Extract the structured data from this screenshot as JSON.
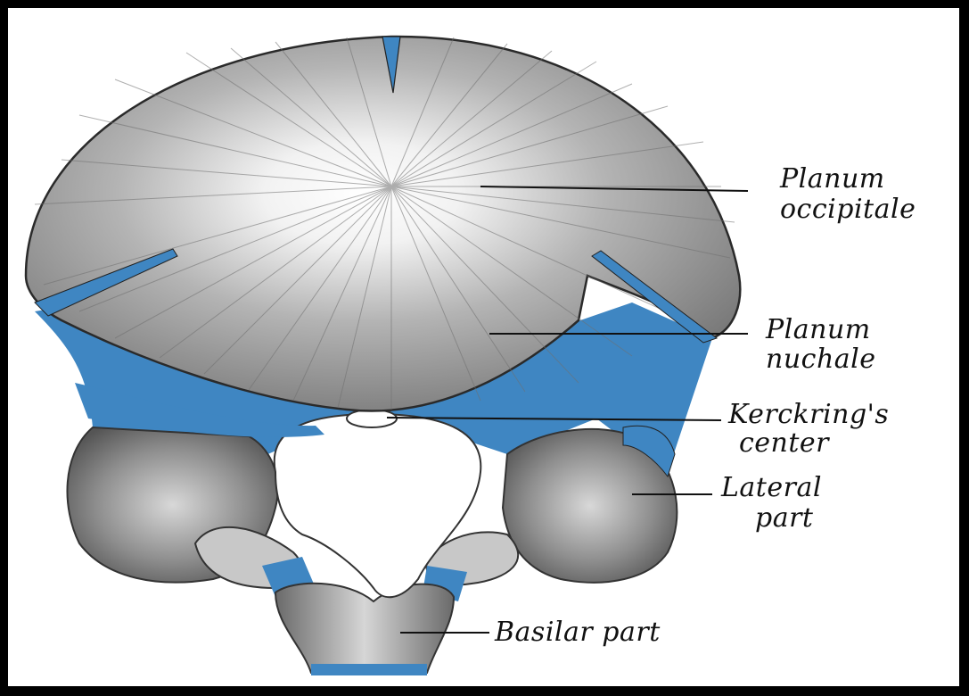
{
  "colors": {
    "frame": "#000000",
    "background": "#ffffff",
    "cartilage_blue": "#3f86c2",
    "bone_gray": "#9a9a9a",
    "ink": "#111111"
  },
  "labels": {
    "planum_occipitale_line1": "Planum",
    "planum_occipitale_line2": "occipitale",
    "planum_nuchale_line1": "Planum",
    "planum_nuchale_line2": "nuchale",
    "kerckring_line1": "Kerckring's",
    "kerckring_line2": "center",
    "lateral_line1": "Lateral",
    "lateral_line2": "part",
    "basilar": "Basilar part"
  }
}
